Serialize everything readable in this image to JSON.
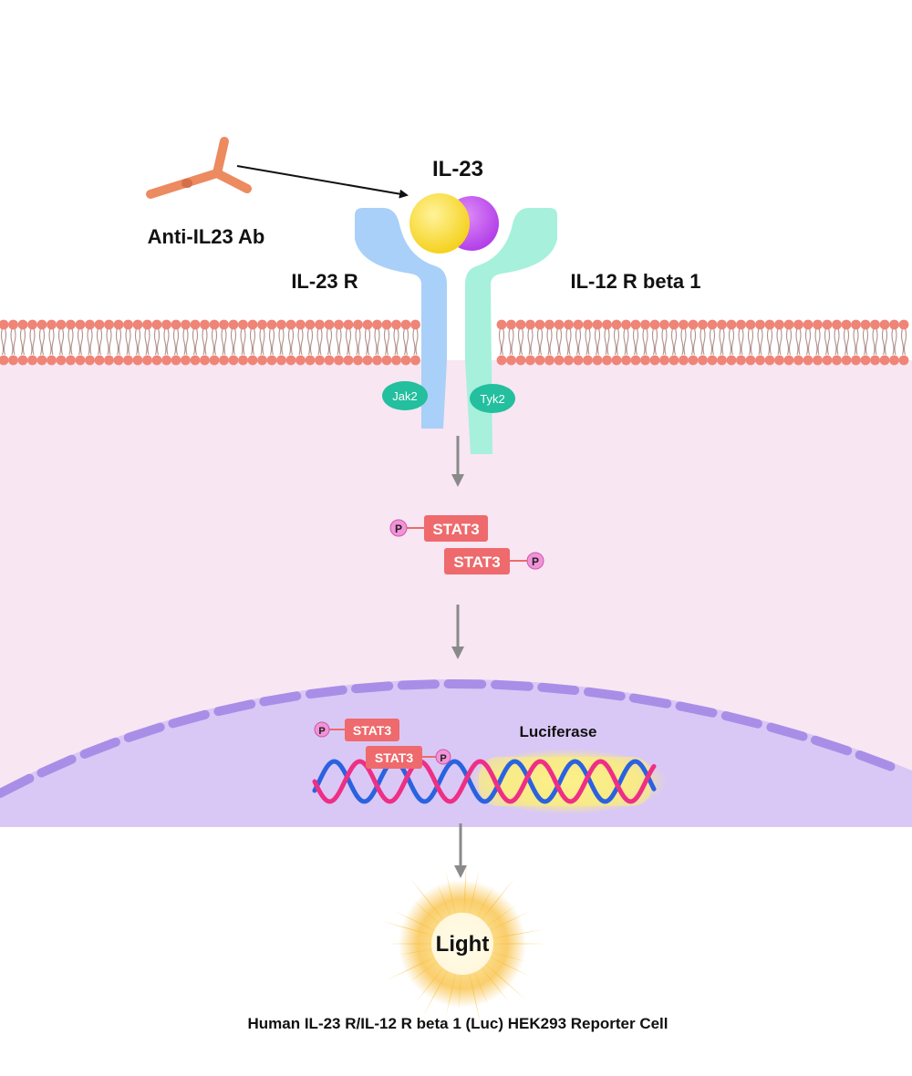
{
  "labels": {
    "ligand": "IL-23",
    "antibody": "Anti-IL23 Ab",
    "receptor_left": "IL-23 R",
    "receptor_right": "IL-12 R beta 1",
    "kinase_left": "Jak2",
    "kinase_right": "Tyk2",
    "stat": "STAT3",
    "phospho": "P",
    "reporter_gene": "Luciferase",
    "output": "Light",
    "caption": "Human IL-23 R/IL-12 R beta 1 (Luc) HEK293 Reporter Cell"
  },
  "colors": {
    "cytoplasm": "#f8e6f2",
    "nucleus": "#d9c8f5",
    "nuclear_envelope": "#a98ee8",
    "lipid_head": "#ef8577",
    "receptor_left": "#a9d0f8",
    "receptor_right": "#a6f0dc",
    "ligand_a": "#f7dd3c",
    "ligand_b": "#c257f2",
    "kinase": "#23bf9e",
    "stat": "#ee6a6c",
    "phospho": "#f292d8",
    "antibody": "#ec8a60",
    "dna_pink": "#ee2f86",
    "dna_blue": "#2a62e0",
    "arrow": "#8a8a8a"
  }
}
